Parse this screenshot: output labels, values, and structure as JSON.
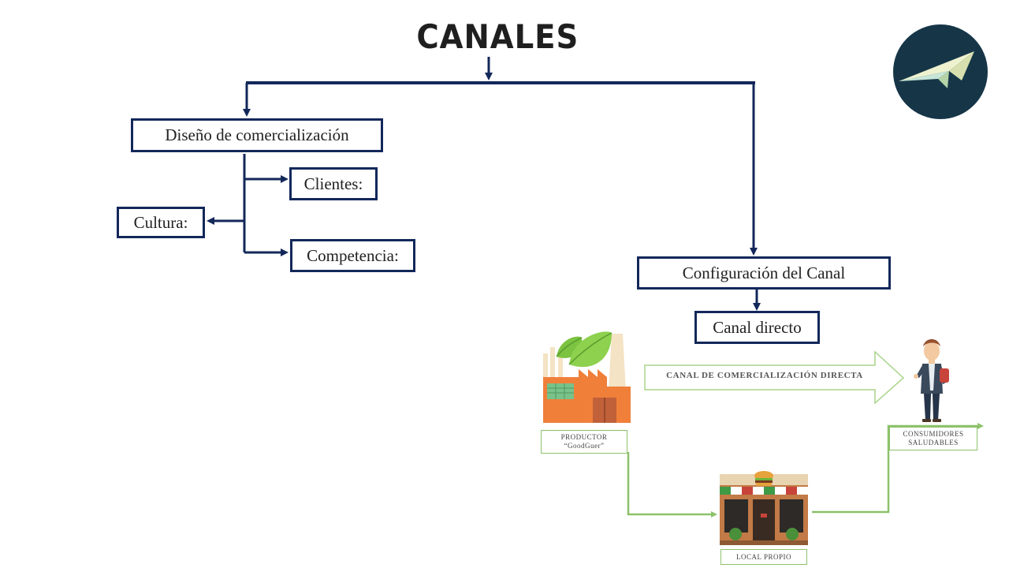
{
  "title": "CANALES",
  "nodes": {
    "diseno": "Diseño de comercialización",
    "clientes": "Clientes:",
    "cultura": "Cultura:",
    "competencia": "Competencia:",
    "configuracion": "Configuración del Canal",
    "canal_directo": "Canal directo"
  },
  "channel_flow": {
    "arrow_label": "CANAL DE COMERCIALIZACIÓN DIRECTA",
    "producer_line1": "PRODUCTOR",
    "producer_line2": "“GoodGuer”",
    "consumer_line1": "CONSUMIDORES",
    "consumer_line2": "SALUDABLES",
    "store": "LOCAL PROPIO"
  },
  "icons": {
    "logo": "paper-plane-icon",
    "producer": "factory-icon",
    "consumer": "person-icon",
    "store": "burger-store-icon"
  },
  "colors": {
    "connector": "#13285a",
    "flow_line": "#8dc26a",
    "logo_bg": "#163648",
    "text": "#222222"
  }
}
